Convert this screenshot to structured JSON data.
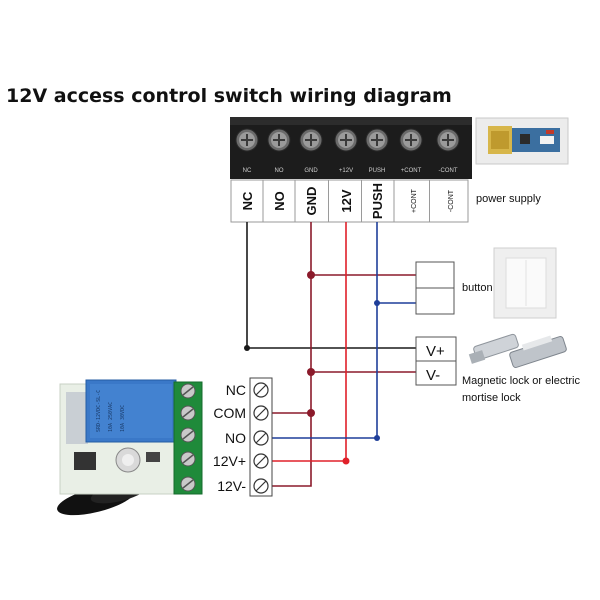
{
  "title": "12V access control switch wiring diagram",
  "terminal_labels": [
    {
      "text": "NC",
      "small": false
    },
    {
      "text": "NO",
      "small": false
    },
    {
      "text": "GND",
      "small": false
    },
    {
      "text": "12V",
      "small": false
    },
    {
      "text": "PUSH",
      "small": false
    },
    {
      "text": "+CONT",
      "small": true
    },
    {
      "text": "-CONT",
      "small": true
    }
  ],
  "strip_labels": [
    "NC",
    "NO",
    "GND",
    "+12V",
    "PUSH",
    "+CONT",
    "-CONT"
  ],
  "power_supply_label": "power supply",
  "button_label": "button",
  "lock_label_line1": "Magnetic lock or electric",
  "lock_label_line2": "mortise lock",
  "lock_terminals": [
    "V+",
    "V-"
  ],
  "relay_terminals": [
    "NC",
    "COM",
    "NO",
    "12V+",
    "12V-"
  ],
  "relay_markings": [
    "SRD-12VDC-SL-C",
    "10A 250VAC",
    "10A 30VDC"
  ],
  "colors": {
    "wire_black": "#1a1a1a",
    "wire_dark_red": "#8b1a2b",
    "wire_red": "#e0202a",
    "wire_blue": "#1f3f9a",
    "strip_bg": "#1c1c1c",
    "pcb_green": "#1f8a3a",
    "relay_blue": "#3a78c8"
  },
  "icons": [
    "terminal-screw-icon",
    "power-supply-photo",
    "wall-button-photo",
    "magnetic-lock-photo",
    "relay-module-photo"
  ]
}
